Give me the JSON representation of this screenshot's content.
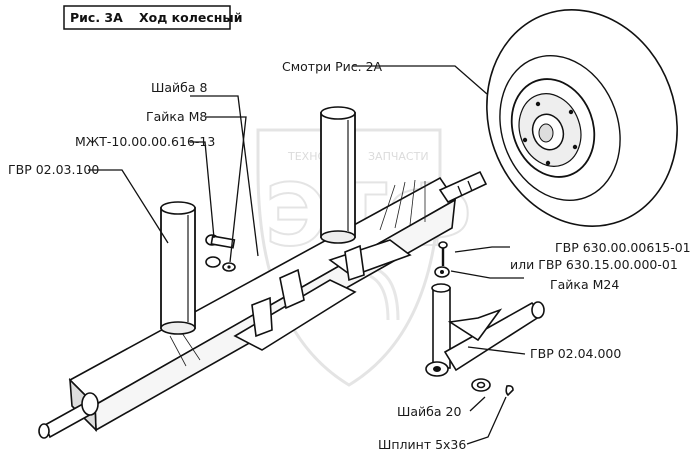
{
  "title": {
    "fig": "Рис. 3А",
    "name": "Ход колесный"
  },
  "labels": {
    "see_fig": "Смотри Рис. 2А",
    "washer8": "Шайба 8",
    "nut_m8": "Гайка М8",
    "mzht": "МЖТ-10.00.00.616-13",
    "gvr_203100": "ГВР 02.03.100",
    "gvr_630_1": "ГВР 630.00.00615-01",
    "gvr_630_2": "или ГВР 630.15.00.000-01",
    "nut_m24": "Гайка М24",
    "gvr_204000": "ГВР 02.04.000",
    "washer20": "Шайба 20",
    "cotter": "Шплинт 5х36"
  },
  "watermark": {
    "top_text": "ТЕХНО",
    "right_text": "ЗАПЧАСТИ",
    "letters": "ЭТФ",
    "color": "#d0d0d0"
  },
  "colors": {
    "ink": "#111111",
    "paper": "#ffffff"
  }
}
